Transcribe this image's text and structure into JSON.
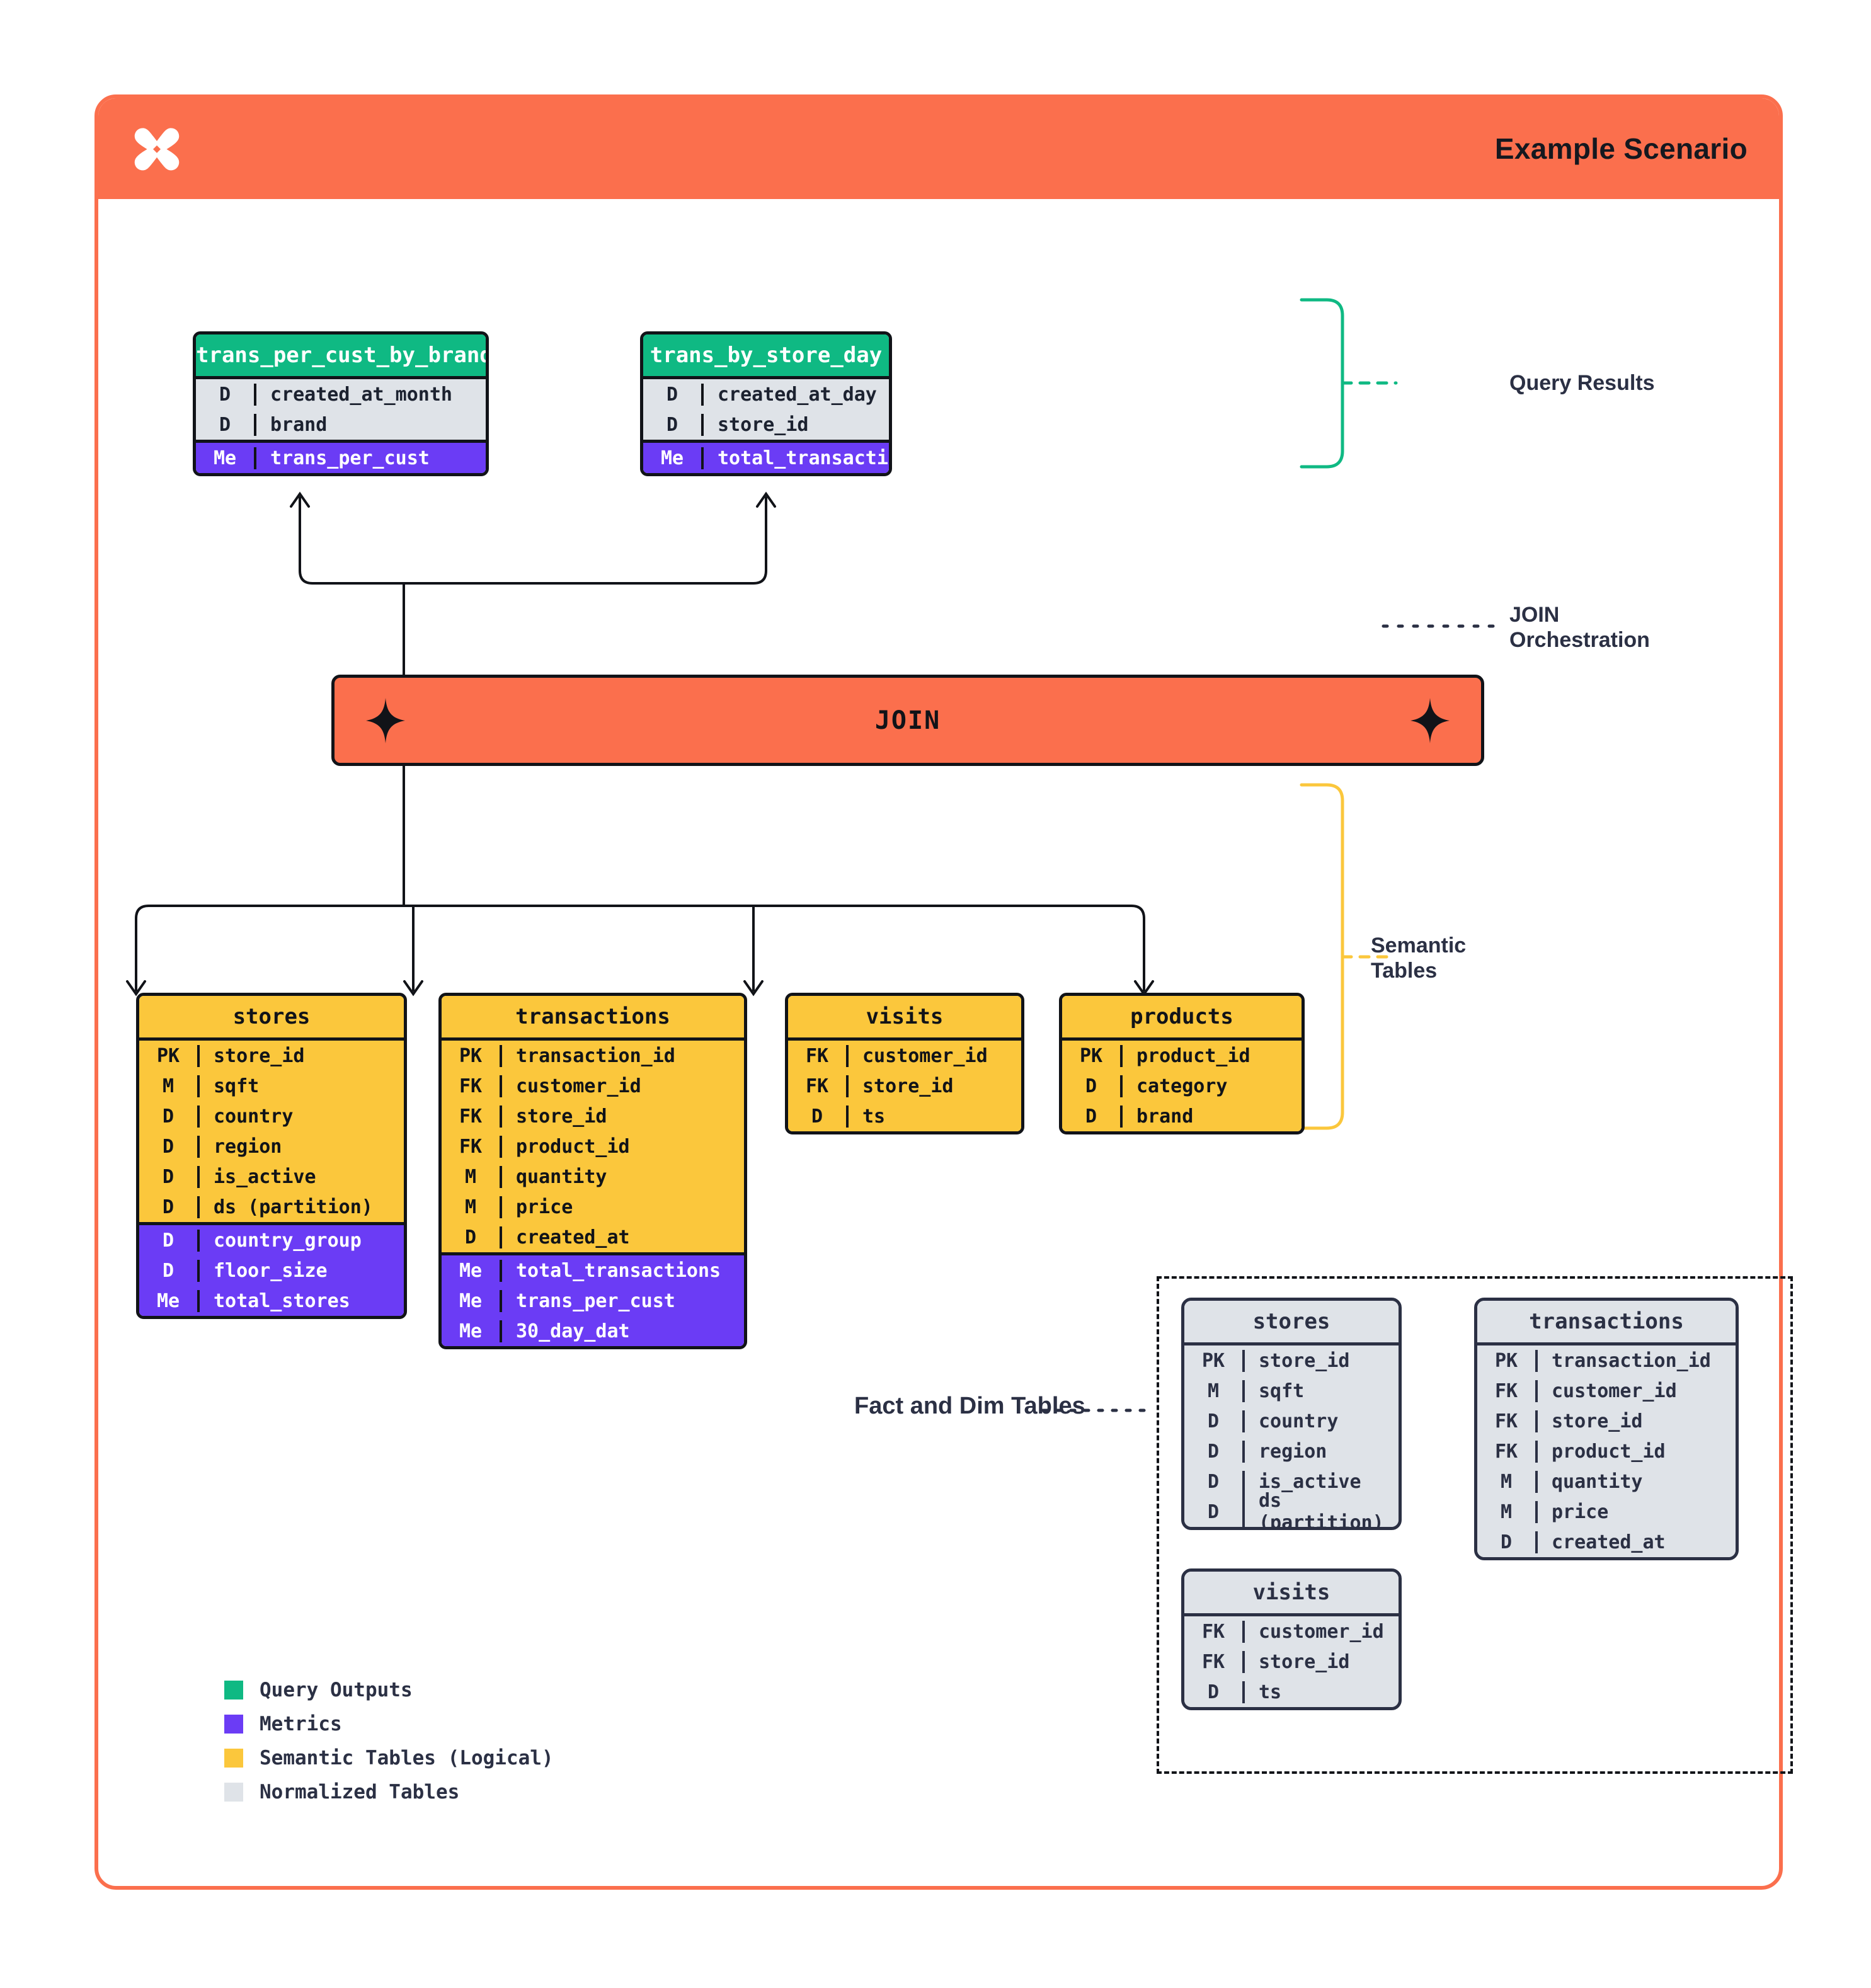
{
  "header": {
    "title": "Example Scenario",
    "logo_icon": "x-star-logo-icon",
    "bg_color": "#FB6F4D"
  },
  "colors": {
    "query_outputs": "#0FB983",
    "metrics": "#6B3CF5",
    "semantic_tables": "#FBC73C",
    "normalized_tables": "#DFE3E8",
    "accent_orange": "#FB6F4D",
    "ink": "#2B3044"
  },
  "query_results": {
    "annotation": "Query Results",
    "bracket_color": "#0FB983",
    "tables": [
      {
        "name": "trans_per_cust_by_brand_month",
        "dims": [
          {
            "key": "D",
            "value": "created_at_month"
          },
          {
            "key": "D",
            "value": "brand"
          }
        ],
        "metrics": [
          {
            "key": "Me",
            "value": "trans_per_cust"
          }
        ]
      },
      {
        "name": "trans_by_store_day",
        "dims": [
          {
            "key": "D",
            "value": "created_at_day"
          },
          {
            "key": "D",
            "value": "store_id"
          }
        ],
        "metrics": [
          {
            "key": "Me",
            "value": "total_transactions"
          }
        ]
      }
    ]
  },
  "join": {
    "label": "JOIN",
    "annotation_line1": "JOIN",
    "annotation_line2": "Orchestration",
    "left_icon": "sparkle-star-icon",
    "right_icon": "sparkle-star-icon"
  },
  "semantic": {
    "annotation_line1": "Semantic",
    "annotation_line2": "Tables",
    "bracket_color": "#FBC73C",
    "tables": [
      {
        "name": "stores",
        "dims": [
          {
            "key": "PK",
            "value": "store_id"
          },
          {
            "key": "M",
            "value": "sqft"
          },
          {
            "key": "D",
            "value": "country"
          },
          {
            "key": "D",
            "value": "region"
          },
          {
            "key": "D",
            "value": "is_active"
          },
          {
            "key": "D",
            "value": "ds (partition)"
          }
        ],
        "metrics": [
          {
            "key": "D",
            "value": "country_group"
          },
          {
            "key": "D",
            "value": "floor_size"
          },
          {
            "key": "Me",
            "value": "total_stores"
          }
        ]
      },
      {
        "name": "transactions",
        "dims": [
          {
            "key": "PK",
            "value": "transaction_id"
          },
          {
            "key": "FK",
            "value": "customer_id"
          },
          {
            "key": "FK",
            "value": "store_id"
          },
          {
            "key": "FK",
            "value": "product_id"
          },
          {
            "key": "M",
            "value": "quantity"
          },
          {
            "key": "M",
            "value": "price"
          },
          {
            "key": "D",
            "value": "created_at"
          }
        ],
        "metrics": [
          {
            "key": "Me",
            "value": "total_transactions"
          },
          {
            "key": "Me",
            "value": "trans_per_cust"
          },
          {
            "key": "Me",
            "value": "30_day_dat"
          }
        ]
      },
      {
        "name": "visits",
        "dims": [
          {
            "key": "FK",
            "value": "customer_id"
          },
          {
            "key": "FK",
            "value": "store_id"
          },
          {
            "key": "D",
            "value": "ts"
          }
        ],
        "metrics": []
      },
      {
        "name": "products",
        "dims": [
          {
            "key": "PK",
            "value": "product_id"
          },
          {
            "key": "D",
            "value": "category"
          },
          {
            "key": "D",
            "value": "brand"
          }
        ],
        "metrics": []
      }
    ]
  },
  "fact_dim": {
    "annotation": "Fact and Dim Tables",
    "tables": [
      {
        "name": "stores",
        "dims": [
          {
            "key": "PK",
            "value": "store_id"
          },
          {
            "key": "M",
            "value": "sqft"
          },
          {
            "key": "D",
            "value": "country"
          },
          {
            "key": "D",
            "value": "region"
          },
          {
            "key": "D",
            "value": "is_active"
          },
          {
            "key": "D",
            "value": "ds (partition)"
          }
        ]
      },
      {
        "name": "transactions",
        "dims": [
          {
            "key": "PK",
            "value": "transaction_id"
          },
          {
            "key": "FK",
            "value": "customer_id"
          },
          {
            "key": "FK",
            "value": "store_id"
          },
          {
            "key": "FK",
            "value": "product_id"
          },
          {
            "key": "M",
            "value": "quantity"
          },
          {
            "key": "M",
            "value": "price"
          },
          {
            "key": "D",
            "value": "created_at"
          }
        ]
      },
      {
        "name": "visits",
        "dims": [
          {
            "key": "FK",
            "value": "customer_id"
          },
          {
            "key": "FK",
            "value": "store_id"
          },
          {
            "key": "D",
            "value": "ts"
          }
        ]
      }
    ]
  },
  "legend": {
    "items": [
      {
        "label": "Query Outputs",
        "color": "#0FB983"
      },
      {
        "label": "Metrics",
        "color": "#6B3CF5"
      },
      {
        "label": "Semantic Tables (Logical)",
        "color": "#FBC73C"
      },
      {
        "label": "Normalized Tables",
        "color": "#DFE3E8"
      }
    ]
  }
}
